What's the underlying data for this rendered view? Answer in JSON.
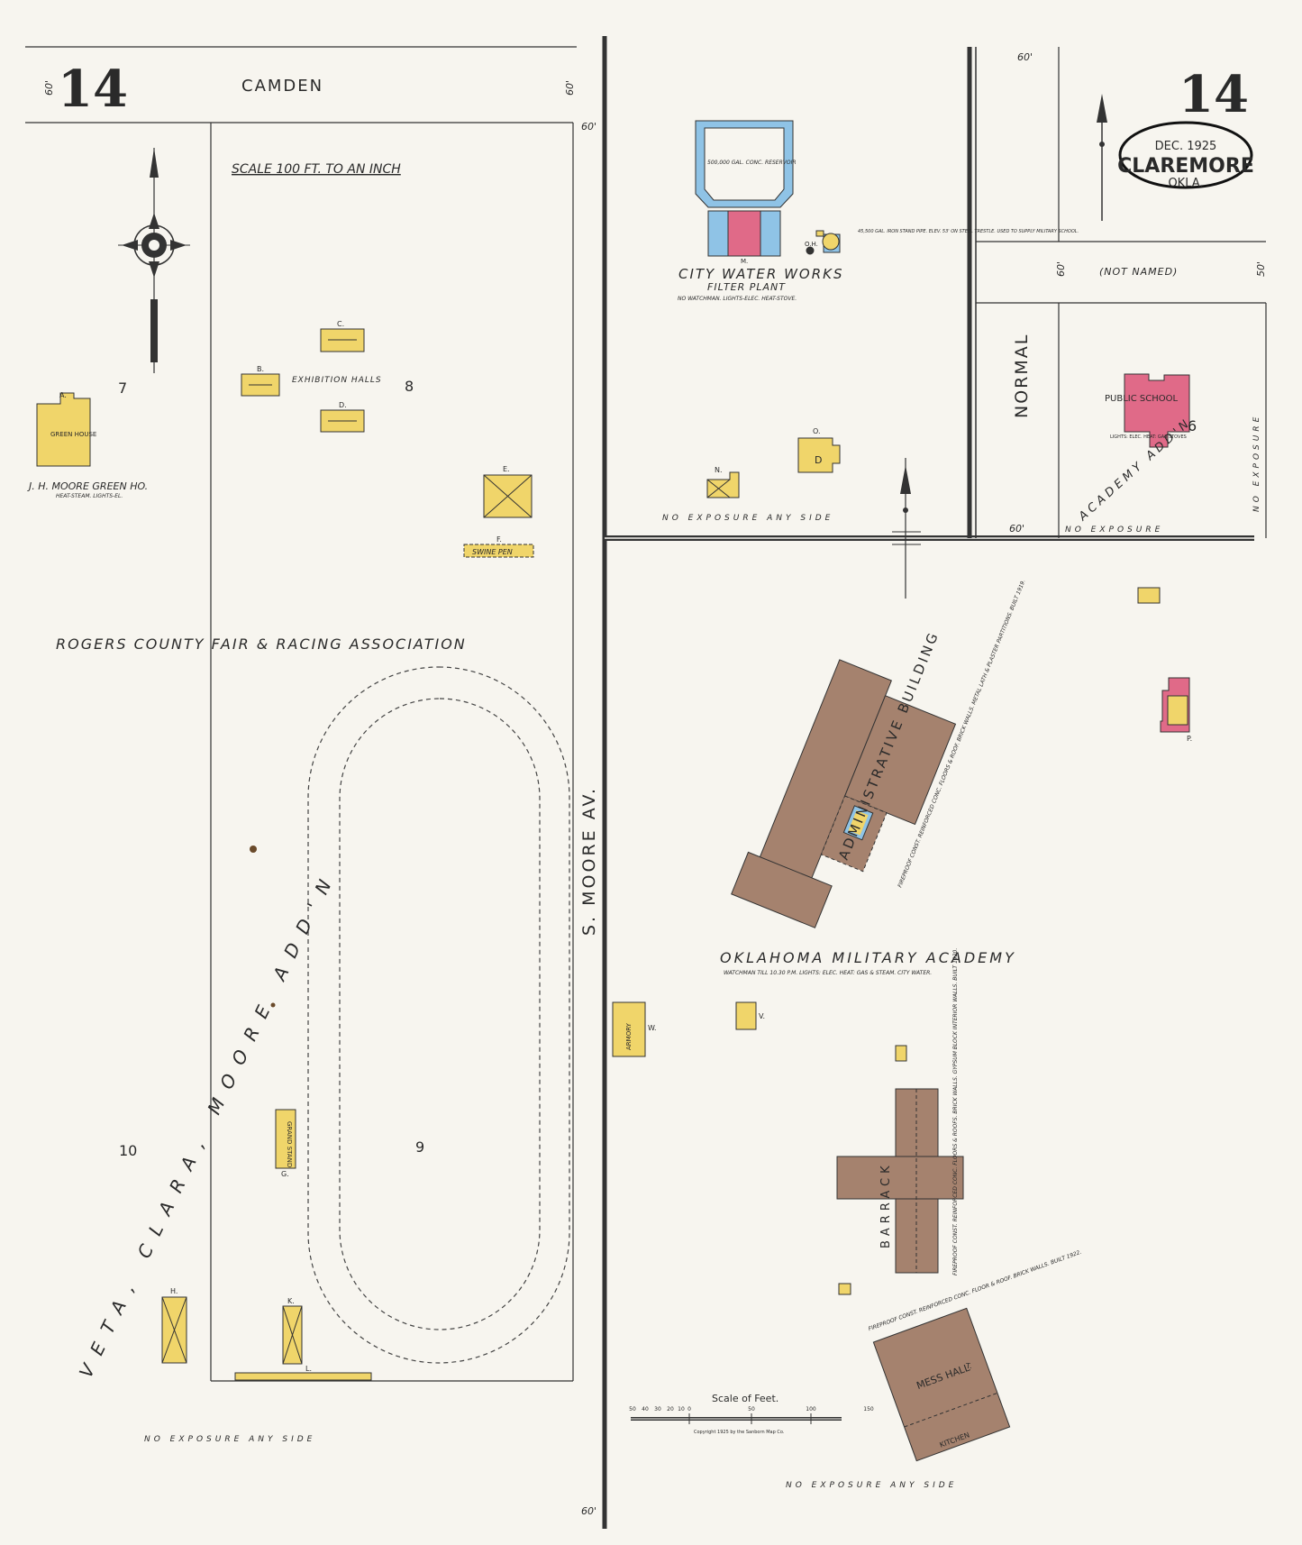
{
  "sheet": {
    "number_left": "14",
    "number_right": "14"
  },
  "badge": {
    "date": "DEC. 1925",
    "city": "CLAREMORE",
    "state": "OKLA."
  },
  "scale_note": "SCALE 100 FT. TO AN INCH",
  "streets": {
    "camden": "CAMDEN",
    "s_moore": "S. MOORE AV.",
    "normal": "NORMAL",
    "not_named": "(NOT NAMED)",
    "academy": "ACADEMY ADD'N"
  },
  "widths": {
    "camden_left": "60'",
    "camden_right": "60'",
    "moore_top": "60'",
    "moore_bottom": "60'",
    "normal_top": "60'",
    "normal_side": "60'",
    "normal_bottom": "60'",
    "notnamed_right": "50'"
  },
  "subdivision": {
    "veta_clara": "VETA, CLARA, MOORE ADD'N"
  },
  "blocks": {
    "b6": "6",
    "b7": "7",
    "b8": "8",
    "b9": "9",
    "b10": "10"
  },
  "fairgrounds": {
    "title": "ROGERS COUNTY FAIR & RACING ASSOCIATION",
    "exhibition": "EXHIBITION HALLS",
    "swine": "SWINE PEN",
    "grand_stand": "GRAND STAND",
    "greenhouse": "GREEN HOUSE",
    "greenhouse_owner": "J. H. MOORE GREEN HO.",
    "greenhouse_note": "HEAT-STEAM. LIGHTS-EL.",
    "letters": {
      "a": "A.",
      "b": "B.",
      "c": "C.",
      "d": "D.",
      "e": "E.",
      "f": "F.",
      "g": "G.",
      "h": "H.",
      "k": "K.",
      "l": "L."
    }
  },
  "waterworks": {
    "title": "CITY WATER WORKS",
    "subtitle": "FILTER PLANT",
    "note": "NO WATCHMAN. LIGHTS-ELEC. HEAT-STOVE.",
    "reservoir": "500,000 GAL. CONC. RESERVOIR",
    "standpipe": "45,500 GAL. IRON STAND PIPE. ELEV. 53' ON STEEL TRESTLE. USED TO SUPPLY MILITARY SCHOOL.",
    "oh": "O.H.",
    "m": "M."
  },
  "academy": {
    "title": "OKLAHOMA MILITARY ACADEMY",
    "note": "WATCHMAN TILL 10.30 P.M. LIGHTS: ELEC. HEAT: GAS & STEAM. CITY WATER.",
    "admin": "ADMINISTRATIVE BUILDING",
    "admin_const": "FIREPROOF CONST. REINFORCED CONC. FLOORS & ROOF. BRICK WALLS. METAL LATH & PLASTER PARTITIONS. BUILT 1919.",
    "barrack": "BARRACK",
    "barrack_const": "FIREPROOF CONST. REINFORCED CONC. FLOORS & ROOFS. BRICK WALLS. GYPSUM BLOCK INTERIOR WALLS. BUILT 1920.",
    "mess": "MESS HALL",
    "kitchen": "KITCHEN",
    "mess_const": "FIREPROOF CONST. REINFORCED CONC. FLOOR & ROOF. BRICK WALLS. BUILT 1922.",
    "armory": "ARMORY",
    "school": "PUBLIC SCHOOL",
    "school_note": "LIGHTS: ELEC. HEAT: GAS STOVES",
    "letters": {
      "n": "N.",
      "o": "O.",
      "d": "D",
      "v": "V.",
      "w": "W.",
      "p": "P.",
      "t": "T."
    }
  },
  "exposure": {
    "left_bottom": "NO EXPOSURE ANY SIDE",
    "right_bottom": "NO EXPOSURE ANY SIDE",
    "waterworks": "NO EXPOSURE ANY SIDE",
    "school_bottom": "NO EXPOSURE",
    "school_side": "NO EXPOSURE"
  },
  "scale_bar": {
    "title": "Scale of Feet.",
    "ticks": [
      "50",
      "40",
      "30",
      "20",
      "10",
      "0",
      "50",
      "100",
      "150"
    ],
    "copyright": "Copyright 1925 by the Sanborn Map Co."
  },
  "colors": {
    "frame": "#e8b23c",
    "brick": "#e06a88",
    "stone": "#5fa6d6",
    "fireproof": "#a5826e",
    "paper": "#f7f5ef"
  }
}
